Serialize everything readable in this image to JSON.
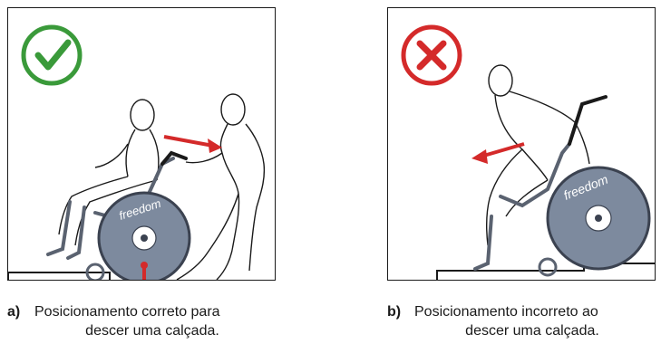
{
  "colors": {
    "correct_green": "#3a9a3a",
    "incorrect_red": "#d42a2a",
    "arrow_red": "#d42a2a",
    "wheel_gray": "#7d8a9e",
    "line_black": "#1a1a1a"
  },
  "panels": [
    {
      "id": "a",
      "status_icon": "check-circle-icon",
      "wheel_brand": "freedom",
      "caption_letter": "a)",
      "caption_line1": "Posicionamento correto para",
      "caption_line2": "descer uma calçada."
    },
    {
      "id": "b",
      "status_icon": "x-circle-icon",
      "wheel_brand": "freedom",
      "caption_letter": "b)",
      "caption_line1": "Posicionamento incorreto ao",
      "caption_line2": "descer uma calçada."
    }
  ]
}
